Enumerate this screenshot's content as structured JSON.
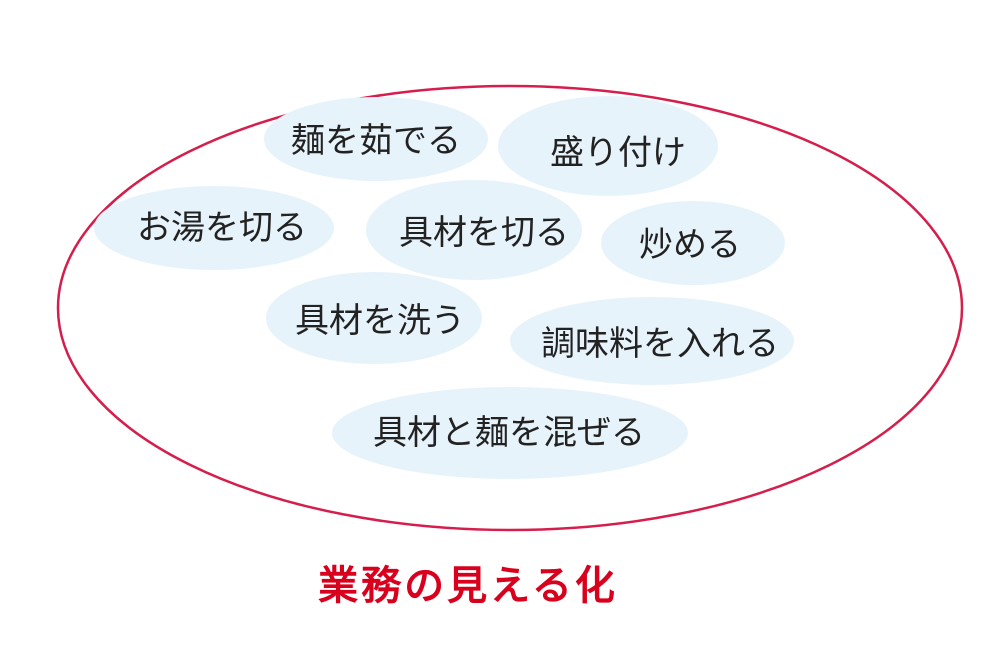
{
  "colors": {
    "outline": "#d51e4b",
    "bubble_fill": "#e7f3fb",
    "caption": "#d8001d",
    "text": "#222222"
  },
  "tasks": [
    {
      "id": "boil-noodles",
      "label": "麺を茹でる"
    },
    {
      "id": "plate",
      "label": "盛り付け"
    },
    {
      "id": "boil-water",
      "label": "お湯を切る"
    },
    {
      "id": "cut-ingredients",
      "label": "具材を切る"
    },
    {
      "id": "stir-fry",
      "label": "炒める"
    },
    {
      "id": "wash-ingredients",
      "label": "具材を洗う"
    },
    {
      "id": "add-seasoning",
      "label": "調味料を入れる"
    },
    {
      "id": "mix",
      "label": "具材と麺を混ぜる"
    }
  ],
  "caption": "業務の見える化"
}
